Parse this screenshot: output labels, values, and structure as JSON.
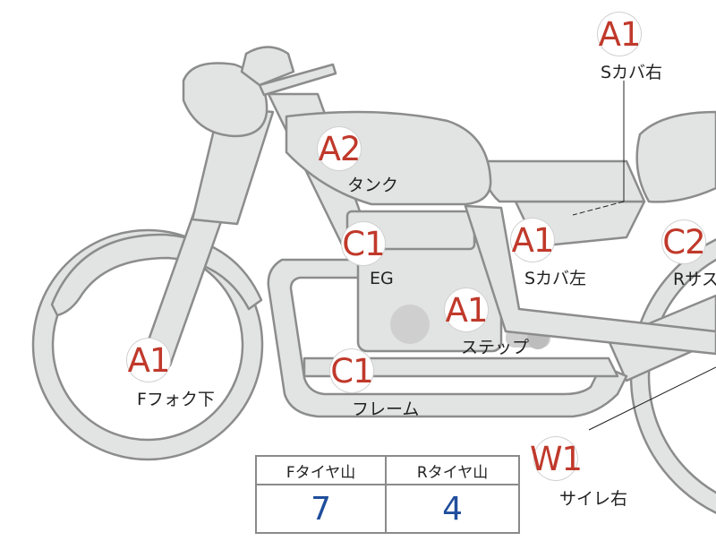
{
  "colors": {
    "body_fill": "#e2e3e3",
    "outline": "#8c8c8c",
    "grade_text": "#c0392b",
    "value_text": "#1f4e9c"
  },
  "parts": [
    {
      "id": "s-cover-right",
      "grade": "A1",
      "label": "Sカバ右"
    },
    {
      "id": "tank",
      "grade": "A2",
      "label": "タンク"
    },
    {
      "id": "engine",
      "grade": "C1",
      "label": "EG"
    },
    {
      "id": "s-cover-left",
      "grade": "A1",
      "label": "Sカバ左"
    },
    {
      "id": "rear-suspension",
      "grade": "C2",
      "label": "Rサス"
    },
    {
      "id": "step",
      "grade": "A1",
      "label": "ステップ"
    },
    {
      "id": "front-fork-lower",
      "grade": "A1",
      "label": "Fフォク下"
    },
    {
      "id": "frame",
      "grade": "C1",
      "label": "フレーム"
    },
    {
      "id": "silencer-right",
      "grade": "W1",
      "label": "サイレ右"
    }
  ],
  "tire_table": {
    "headers": [
      "Fタイヤ山",
      "Rタイヤ山"
    ],
    "values": [
      "7",
      "4"
    ]
  }
}
